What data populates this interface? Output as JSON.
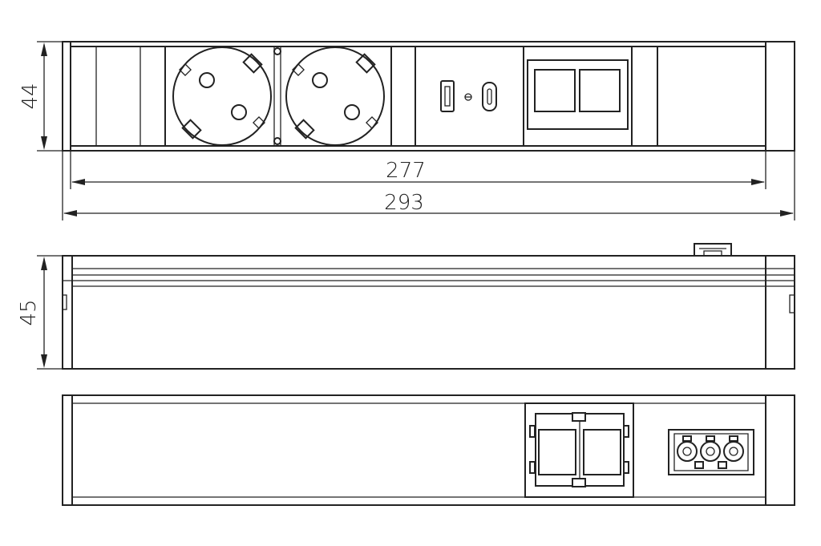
{
  "dimensions": {
    "height_top": "44",
    "width_inner": "277",
    "width_outer": "293",
    "height_side": "45"
  }
}
